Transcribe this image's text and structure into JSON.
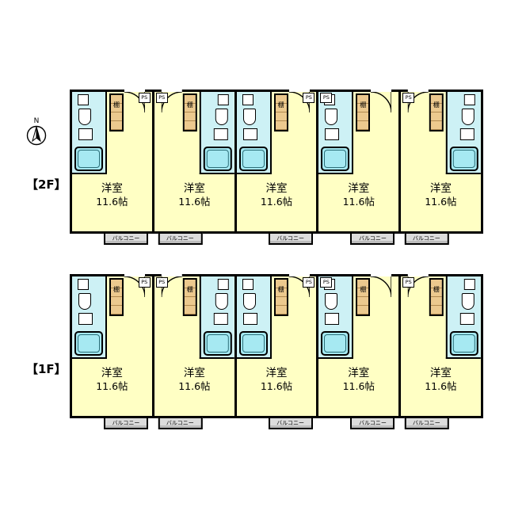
{
  "compass": {
    "label": "N"
  },
  "floors": [
    {
      "label": "【2F】"
    },
    {
      "label": "【1F】"
    }
  ],
  "unit": {
    "room_name": "洋室",
    "room_size": "11.6帖",
    "balcony": "バルコニー",
    "shelf": "棚",
    "ps": "PS"
  },
  "units": [
    {
      "mirrored": false,
      "ps": "right"
    },
    {
      "mirrored": true,
      "ps": "left"
    },
    {
      "mirrored": false,
      "ps": "right"
    },
    {
      "mirrored": false,
      "ps": "left"
    },
    {
      "mirrored": true,
      "ps": "left"
    }
  ],
  "colors": {
    "room": "#FFFFC4",
    "wet": "#CDF1F5",
    "tub": "#A6E9F2",
    "shelf": "#ECC98E",
    "balcony": "#DCDCDC",
    "wall": "#000000"
  }
}
